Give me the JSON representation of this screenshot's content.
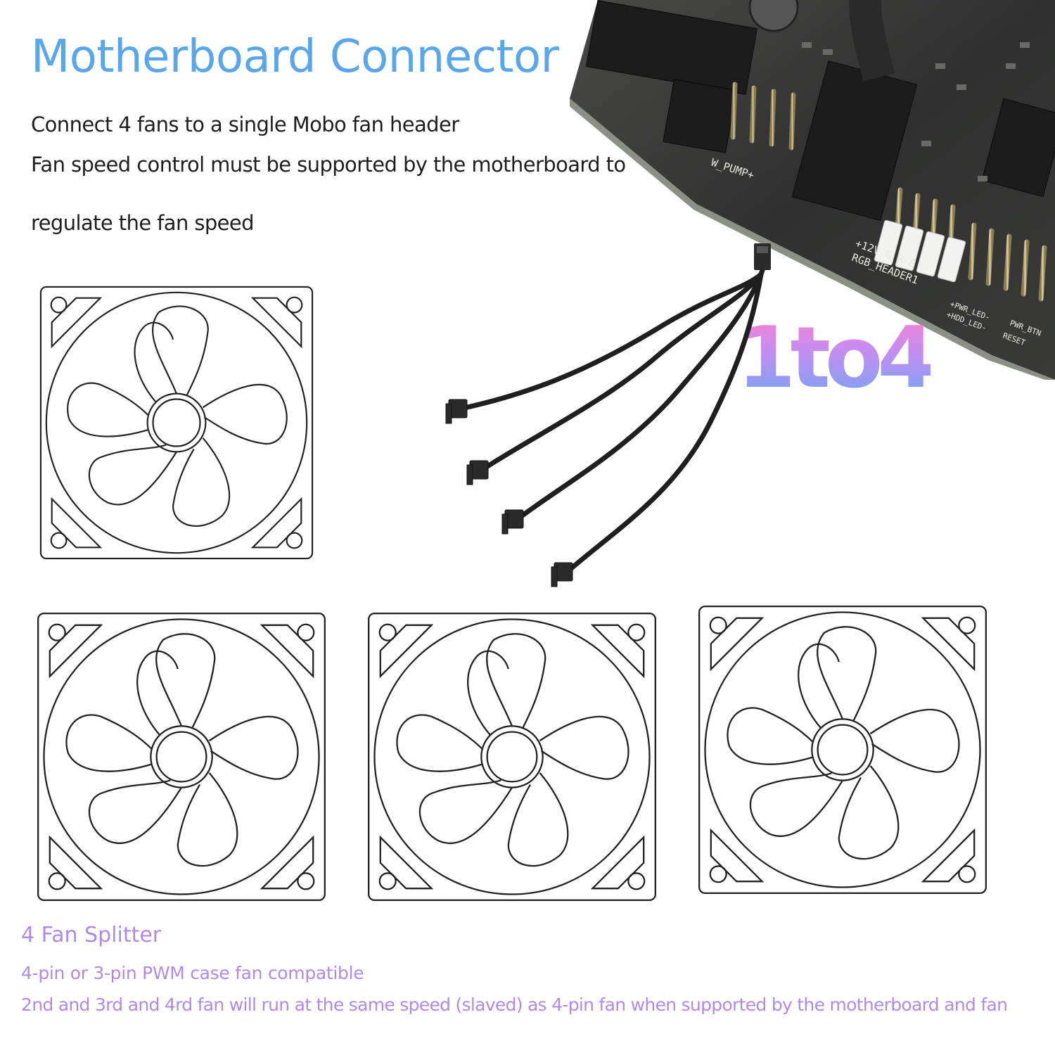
{
  "heading": {
    "title": "Motherboard Connector",
    "lines": [
      "Connect 4 fans to a single Mobo fan header",
      "Fan speed control must be supported by the motherboard to",
      "regulate the  fan speed"
    ]
  },
  "badge": "1to4",
  "board_labels": {
    "pump": "W_PUMP+",
    "rgb_pins": "+12V G R B",
    "rgb_header": "RGB_HEADER1",
    "led": "+PWR_LED-",
    "hdd": "+HDD_LED-",
    "reset": "RESET",
    "pwr_btn": "PWR_BTN"
  },
  "footer": {
    "title": "4 Fan Splitter",
    "line1": "4-pin or 3-pin PWM case fan compatible",
    "line2": "2nd and 3rd and 4rd fan will run at the same speed (slaved) as 4-pin fan when supported by the motherboard and fan"
  },
  "colors": {
    "title": "#5aa6ea",
    "footer": "#b08ae8",
    "badge_top": "#ff7fd0",
    "badge_bottom": "#6aa8f5"
  },
  "icons": [
    "fan-icon",
    "splitter-cable-icon",
    "motherboard-photo"
  ]
}
